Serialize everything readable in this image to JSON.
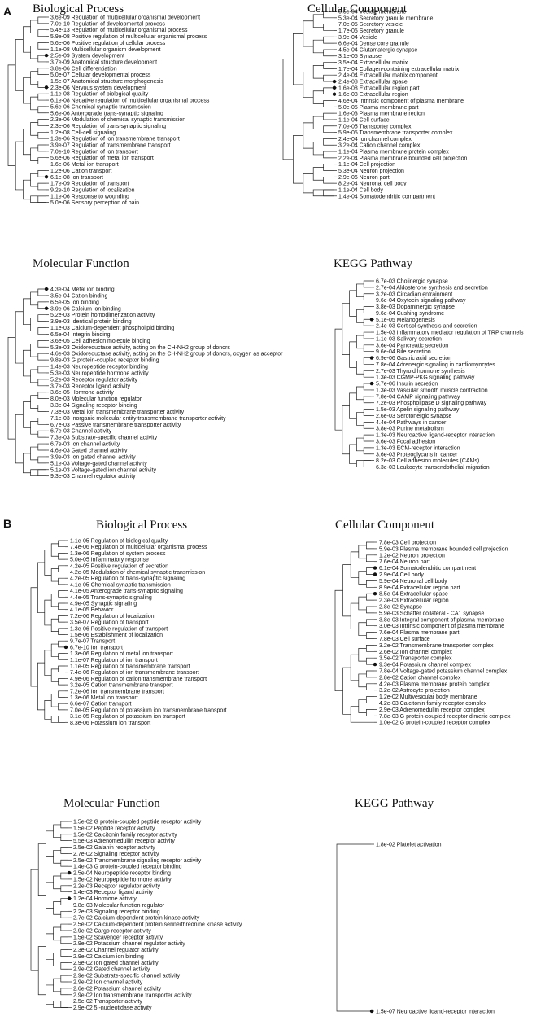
{
  "panels": {
    "A": {
      "label": "A",
      "bp": {
        "title": "Biological Process",
        "items": [
          "3.6e-09 Regulation of multicellular organismal development",
          "7.0e-10 Regulation of developmental process",
          "5.4e-13 Regulation of multicellular organismal process",
          "5.9e-08 Positive regulation of multicellular organismal process",
          "5.6e-06 Positive regulation of cellular process",
          "1.1e-08 Multicellular organism development",
          "2.5e-09 System development",
          "3.7e-09 Anatomical structure development",
          "3.8e-06 Cell differentiation",
          "5.0e-07 Cellular developmental process",
          "1.5e-07 Anatomical structure morphogenesis",
          "2.3e-06 Nervous system development",
          "1.1e-08 Regulation of biological quality",
          "6.1e-08 Negative regulation of multicellular organismal process",
          "5.6e-06 Chemical synaptic transmission",
          "5.6e-06 Anterograde trans-synaptic signaling",
          "2.3e-06 Modulation of chemical synaptic transmission",
          "2.3e-06 Regulation of trans-synaptic signaling",
          "1.2e-08 Cell-cell signaling",
          "1.3e-06 Regulation of ion transmembrane transport",
          "3.9e-07 Regulation of transmembrane transport",
          "7.0e-10 Regulation of ion transport",
          "5.6e-06 Regulation of metal ion transport",
          "1.6e-06 Metal ion transport",
          "1.2e-06 Cation transport",
          "6.1e-08 Ion transport",
          "1.7e-09 Regulation of transport",
          "9.2e-10 Regulation of localization",
          "1.1e-06 Response to wounding",
          "5.0e-06 Sensory perception of pain"
        ]
      },
      "cc": {
        "title": "Cellular Component",
        "items": [
          "6.5e-04 Vesicle membrane",
          "5.3e-04 Secretory granule membrane",
          "7.0e-05 Secretory vesicle",
          "1.7e-05 Secretory granule",
          "3.9e-04 Vesicle",
          "6.6e-04 Dense core granule",
          "4.5e-04 Glutamatergic synapse",
          "3.1e-05 Synapse",
          "3.5e-04 Extracellular matrix",
          "1.7e-04 Collagen-containing extracellular matrix",
          "2.4e-04 Extracellular matrix component",
          "2.4e-08 Extracellular space",
          "1.6e-08 Extracellular region part",
          "1.6e-08 Extracellular region",
          "4.6e-04 Intrinsic component of plasma membrane",
          "5.0e-05 Plasma membrane part",
          "1.6e-03 Plasma membrane region",
          "1.1e-04 Cell surface",
          "7.0e-05 Transporter complex",
          "5.9e-05 Transmembrane transporter complex",
          "2.4e-04 Ion channel complex",
          "3.2e-04 Cation channel complex",
          "1.1e-04 Plasma membrane protein complex",
          "2.2e-04 Plasma membrane bounded cell projection",
          "1.1e-04 Cell projection",
          "5.3e-04 Neuron projection",
          "2.9e-06 Neuron part",
          "8.2e-04 Neuronal cell body",
          "1.1e-04 Cell body",
          "1.4e-04 Somatodendritic compartment"
        ]
      },
      "mf": {
        "title": "Molecular Function",
        "items": [
          "4.3e-04 Metal ion binding",
          "3.5e-04 Cation binding",
          "6.5e-05 Ion binding",
          "3.9e-06 Calcium ion binding",
          "5.2e-03 Protein homodimerization activity",
          "3.9e-03 Identical protein binding",
          "1.1e-03 Calcium-dependent phospholipid binding",
          "6.5e-04 Integrin binding",
          "3.6e-05 Cell adhesion molecule binding",
          "5.3e-03 Oxidoreductase activity, acting on the CH-NH2 group of donors",
          "4.6e-03 Oxidoreductase activity, acting on the CH-NH2 group of donors, oxygen as acceptor",
          "9.8e-03 G protein-coupled receptor binding",
          "1.4e-03 Neuropeptide receptor binding",
          "5.3e-03 Neuropeptide hormone activity",
          "5.2e-03 Receptor regulator activity",
          "3.7e-03 Receptor ligand activity",
          "3.6e-05 Hormone activity",
          "8.0e-03 Molecular function regulator",
          "3.3e-04 Signaling receptor binding",
          "7.3e-03 Metal ion transmembrane transporter activity",
          "7.1e-03 Inorganic molecular entity transmembrane transporter activity",
          "6.7e-03 Passive transmembrane transporter activity",
          "6.7e-03 Channel activity",
          "7.3e-03 Substrate-specific channel activity",
          "6.7e-03 Ion channel activity",
          "4.6e-03 Gated channel activity",
          "3.9e-03 Ion gated channel activity",
          "5.1e-03 Voltage-gated channel activity",
          "5.1e-03 Voltage-gated ion channel activity",
          "9.3e-03 Channel regulator activity"
        ]
      },
      "kegg": {
        "title": "KEGG Pathway",
        "items": [
          "6.7e-03 Cholinergic synapse",
          "2.7e-04 Aldosterone synthesis and secretion",
          "3.2e-03 Circadian entrainment",
          "9.6e-04 Oxytocin signaling pathway",
          "3.8e-03 Dopaminergic synapse",
          "9.6e-04 Cushing syndrome",
          "5.1e-05 Melanogenesis",
          "2.4e-03 Cortisol synthesis and secretion",
          "1.5e-03 Inflammatory mediator regulation of TRP channels",
          "1.1e-03 Salivary secretion",
          "3.6e-04 Pancreatic secretion",
          "9.6e-04 Bile secretion",
          "6.9e-06 Gastric acid secretion",
          "7.8e-04 Adrenergic signaling in cardiomyocytes",
          "2.7e-03 Thyroid hormone synthesis",
          "1.3e-03 CGMP-PKG signaling pathway",
          "5.7e-06 Insulin secretion",
          "1.3e-03 Vascular smooth muscle contraction",
          "7.8e-04 CAMP signaling pathway",
          "7.2e-03 Phospholipase D signaling pathway",
          "1.5e-03 Apelin signaling pathway",
          "2.6e-03 Serotonergic synapse",
          "4.4e-04 Pathways in cancer",
          "3.8e-03 Purine metabolism",
          "1.3e-03 Neuroactive ligand-receptor interaction",
          "3.6e-03 Focal adhesion",
          "1.3e-03 ECM-receptor interaction",
          "3.6e-03 Proteoglycans in cancer",
          "8.2e-03 Cell adhesion molecules (CAMs)",
          "6.3e-03 Leukocyte transendothelial migration"
        ]
      }
    },
    "B": {
      "label": "B",
      "bp": {
        "title": "Biological Process",
        "items": [
          "1.1e-05 Regulation of biological quality",
          "7.4e-06 Regulation of multicellular organismal process",
          "1.3e-06 Regulation of system process",
          "5.0e-05 Inflammatory response",
          "4.2e-05 Positive regulation of secretion",
          "4.2e-05 Modulation of chemical synaptic transmission",
          "4.2e-05 Regulation of trans-synaptic signaling",
          "4.1e-05 Chemical synaptic transmission",
          "4.1e-05 Anterograde trans-synaptic signaling",
          "4.4e-05 Trans-synaptic signaling",
          "4.9e-05 Synaptic signaling",
          "4.1e-05 Behavior",
          "7.2e-06 Regulation of localization",
          "3.5e-07 Regulation of transport",
          "1.3e-06 Positive regulation of transport",
          "1.5e-06 Establishment of localization",
          "9.7e-07 Transport",
          "6.7e-10 Ion transport",
          "1.3e-06 Regulation of metal ion transport",
          "1.1e-07 Regulation of ion transport",
          "1.1e-05 Regulation of transmembrane transport",
          "7.4e-06 Regulation of ion transmembrane transport",
          "4.9e-06 Regulation of cation transmembrane transport",
          "3.2e-05 Cation transmembrane transport",
          "7.2e-06 Ion transmembrane transport",
          "1.3e-06 Metal ion transport",
          "6.6e-07 Cation transport",
          "7.0e-05 Regulation of potassium ion transmembrane transport",
          "3.1e-05 Regulation of potassium ion transport",
          "8.3e-06 Potassium ion transport"
        ]
      },
      "cc": {
        "title": "Cellular Component",
        "items": [
          "7.8e-03 Cell projection",
          "5.9e-03 Plasma membrane bounded cell projection",
          "1.2e-02 Neuron projection",
          "7.6e-04 Neuron part",
          "6.1e-04 Somatodendritic compartment",
          "2.9e-04 Cell body",
          "5.9e-04 Neuronal cell body",
          "8.9e-04 Extracellular region part",
          "8.5e-04 Extracellular space",
          "2.3e-03 Extracellular region",
          "2.8e-02 Synapse",
          "5.9e-03 Schaffer collateral - CA1 synapse",
          "3.8e-03 Integral component of plasma membrane",
          "3.0e-03 Intrinsic component of plasma membrane",
          "7.6e-04 Plasma membrane part",
          "7.8e-03 Cell surface",
          "3.2e-02 Transmembrane transporter complex",
          "2.6e-02 Ion channel complex",
          "3.5e-02 Transporter complex",
          "9.3e-04 Potassium channel complex",
          "7.8e-04 Voltage-gated potassium channel complex",
          "2.8e-02 Cation channel complex",
          "4.2e-03 Plasma membrane protein complex",
          "3.2e-02 Astrocyte projection",
          "1.2e-02 Multivesicular body membrane",
          "4.2e-03 Calcitonin family receptor complex",
          "2.9e-03 Adrenomedullin receptor complex",
          "7.8e-03 G protein-coupled receptor dimeric complex",
          "1.0e-02 G protein-coupled receptor complex"
        ]
      },
      "mf": {
        "title": "Molecular Function",
        "items": [
          "1.5e-02 G protein-coupled peptide receptor activity",
          "1.5e-02 Peptide receptor activity",
          "1.5e-02 Calcitonin family receptor activity",
          "5.5e-03 Adrenomedullin receptor activity",
          "2.5e-02 Galanin receptor activity",
          "2.7e-02 Signaling receptor activity",
          "2.5e-02 Transmembrane signaling receptor activity",
          "1.4e-03 G protein-coupled receptor binding",
          "2.5e-04 Neuropeptide receptor binding",
          "1.5e-02 Neuropeptide hormone activity",
          "2.2e-03 Receptor regulator activity",
          "1.4e-03 Receptor ligand activity",
          "1.2e-04 Hormone activity",
          "9.8e-03 Molecular function regulator",
          "2.2e-03 Signaling receptor binding",
          "2.7e-02 Calcium-dependent protein kinase activity",
          "2.5e-02 Calcium-dependent protein serine/threonine kinase activity",
          "2.9e-02 Cargo receptor activity",
          "1.5e-02 Scavenger receptor activity",
          "2.9e-02 Potassium channel regulator activity",
          "2.3e-02 Channel regulator activity",
          "2.9e-02 Calcium ion binding",
          "2.9e-02 Ion gated channel activity",
          "2.9e-02 Gated channel activity",
          "2.9e-02 Substrate-specific channel activity",
          "2.9e-02 Ion channel activity",
          "2.6e-02 Potassium channel activity",
          "2.9e-02 Ion transmembrane transporter activity",
          "2.5e-02 Transporter activity",
          "2.9e-02 5 -nucleotidase activity"
        ]
      },
      "kegg": {
        "title": "KEGG Pathway",
        "items": [
          "1.8e-02 Platelet activation",
          "1.5e-07 Neuroactive ligand-receptor interaction"
        ]
      }
    }
  }
}
